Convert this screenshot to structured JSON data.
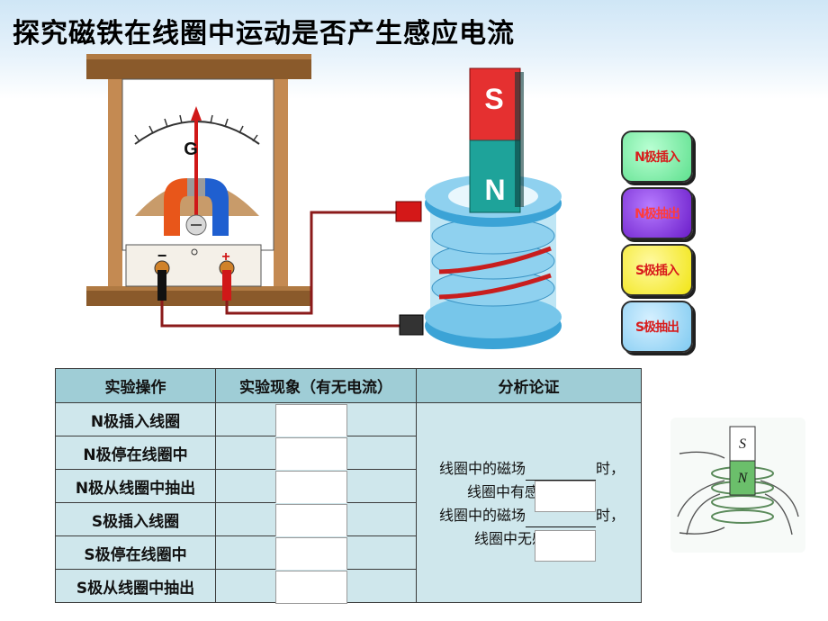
{
  "title": "探究磁铁在线圈中运动是否产生感应电流",
  "meter": {
    "letter": "G",
    "minus": "−",
    "plus": "+"
  },
  "magnet": {
    "top_pole": "S",
    "bottom_pole": "N"
  },
  "buttons": [
    {
      "label": "N极插入"
    },
    {
      "label": "N极抽出"
    },
    {
      "label": "S极插入"
    },
    {
      "label": "S极抽出"
    }
  ],
  "table": {
    "headers": [
      "实验操作",
      "实验现象（有无电流）",
      "分析论证"
    ],
    "rows": [
      "N极插入线圈",
      "N极停在线圈中",
      "N极从线圈中抽出",
      "S极插入线圈",
      "S极停在线圈中",
      "S极从线圈中抽出"
    ],
    "analysis": {
      "line1_a": "线圈中的磁场",
      "line1_b": "时，",
      "line2": "线圈中有感应电流；",
      "line3_a": "线圈中的磁场",
      "line3_b": "时，",
      "line4": "线圈中无感应电流"
    }
  },
  "diagram": {
    "top_pole": "S",
    "bottom_pole": "N"
  }
}
